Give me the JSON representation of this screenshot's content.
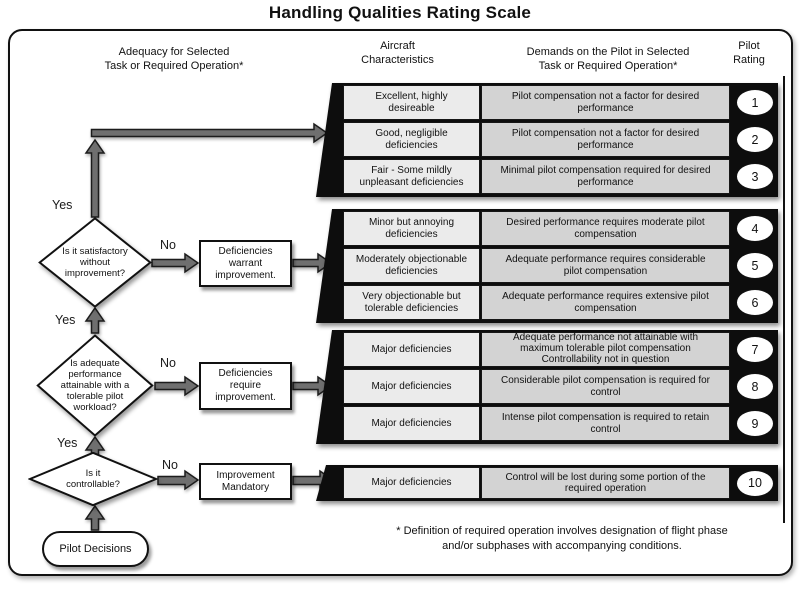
{
  "title": "Handling Qualities Rating Scale",
  "headers": {
    "adequacy": "Adequacy for Selected\nTask or Required  Operation*",
    "aircraft": "Aircraft\nCharacteristics",
    "demands": "Demands on the Pilot in Selected\nTask or Required Operation*",
    "rating": "Pilot\nRating"
  },
  "groups": [
    {
      "rows": [
        {
          "characteristics": "Excellent, highly\ndesireable",
          "demands": "Pilot compensation not a factor for desired\nperformance",
          "rating": "1"
        },
        {
          "characteristics": "Good, negligible\ndeficiencies",
          "demands": "Pilot compensation not a factor for desired\nperformance",
          "rating": "2"
        },
        {
          "characteristics": "Fair - Some mildly\nunpleasant deficiencies",
          "demands": "Minimal pilot compensation required for desired\nperformance",
          "rating": "3"
        }
      ]
    },
    {
      "rows": [
        {
          "characteristics": "Minor but annoying\ndeficiencies",
          "demands": "Desired performance requires moderate pilot\ncompensation",
          "rating": "4"
        },
        {
          "characteristics": "Moderately objectionable\ndeficiencies",
          "demands": "Adequate performance requires considerable\npilot compensation",
          "rating": "5"
        },
        {
          "characteristics": "Very objectionable but\ntolerable deficiencies",
          "demands": "Adequate performance requires extensive pilot\ncompensation",
          "rating": "6"
        }
      ]
    },
    {
      "rows": [
        {
          "characteristics": "Major deficiencies",
          "demands": "Adequate performance not attainable with\nmaximum tolerable pilot compensation\nControllability not in question",
          "rating": "7"
        },
        {
          "characteristics": "Major deficiencies",
          "demands": "Considerable pilot compensation is required for\ncontrol",
          "rating": "8"
        },
        {
          "characteristics": "Major deficiencies",
          "demands": "Intense pilot compensation is required to retain\ncontrol",
          "rating": "9"
        }
      ]
    },
    {
      "rows": [
        {
          "characteristics": "Major deficiencies",
          "demands": "Control will be lost during some portion of the\nrequired operation",
          "rating": "10"
        }
      ]
    }
  ],
  "decisions": [
    {
      "question": "Is it satisfactory\nwithout\nimprovement?"
    },
    {
      "question": "Is adequate\nperformance\nattainable with a\ntolerable pilot\nworkload?"
    },
    {
      "question": "Is it\ncontrollable?"
    }
  ],
  "actions": [
    {
      "label": "Deficiencies\nwarrant\nimprovement."
    },
    {
      "label": "Deficiencies\nrequire\nimprovement."
    },
    {
      "label": "Improvement\nMandatory"
    }
  ],
  "flow_labels": {
    "yes": "Yes",
    "no": "No"
  },
  "terminal": {
    "label": "Pilot Decisions"
  },
  "footnote": "* Definition of required operation involves designation of flight phase\nand/or subphases with accompanying conditions.",
  "colors": {
    "panel_black": "#0d0d0d",
    "cell_light": "#ebebeb",
    "cell_mid": "#d3d3d3",
    "arrow_gray": "#6f6f6f",
    "ink": "#111111"
  }
}
